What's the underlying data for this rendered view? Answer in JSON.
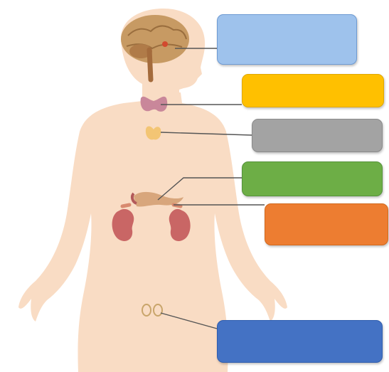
{
  "label_boxes": [
    {
      "id": "box-1",
      "organ": "brain",
      "text": "",
      "fill": "#9EC2EC",
      "stroke": "#6E9BD3"
    },
    {
      "id": "box-2",
      "organ": "thyroid",
      "text": "",
      "fill": "#FFC000",
      "stroke": "#E0A800"
    },
    {
      "id": "box-3",
      "organ": "thymus",
      "text": "",
      "fill": "#A3A3A3",
      "stroke": "#8A8A8A"
    },
    {
      "id": "box-4",
      "organ": "pancreas",
      "text": "",
      "fill": "#6DAE46",
      "stroke": "#55933A"
    },
    {
      "id": "box-5",
      "organ": "kidneys-adrenal",
      "text": "",
      "fill": "#ED7D31",
      "stroke": "#D2691E"
    },
    {
      "id": "box-6",
      "organ": "gonads",
      "text": "",
      "fill": "#4472C4",
      "stroke": "#2F5DAE"
    }
  ],
  "colors": {
    "skin": "#F9DCC4",
    "leader_line": "#555555",
    "brain": "#C79A63",
    "thyroid": "#C9879A",
    "thymus": "#F3C574",
    "kidney": "#C96665",
    "pancreas": "#D8A67C"
  },
  "icons": [
    "brain-icon",
    "thyroid-icon",
    "thymus-icon",
    "pancreas-icon",
    "kidney-icon",
    "gonad-icon"
  ]
}
